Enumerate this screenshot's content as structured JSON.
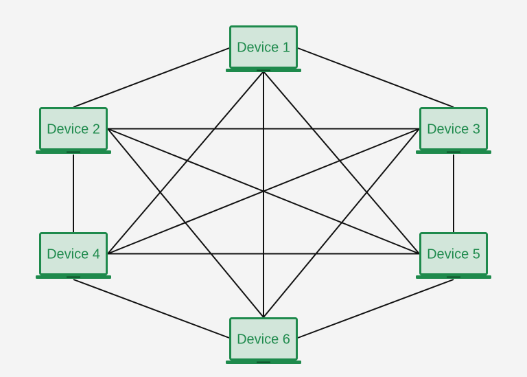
{
  "colors": {
    "background": "#f4f4f4",
    "device_border": "#1e8a4c",
    "device_fill": "#d2e6da",
    "device_text": "#1e8a4c",
    "link": "#111111"
  },
  "topology": "full-mesh",
  "devices": [
    {
      "id": "d1",
      "label": "Device 1",
      "icon": "laptop-icon"
    },
    {
      "id": "d2",
      "label": "Device 2",
      "icon": "laptop-icon"
    },
    {
      "id": "d3",
      "label": "Device 3",
      "icon": "laptop-icon"
    },
    {
      "id": "d4",
      "label": "Device 4",
      "icon": "laptop-icon"
    },
    {
      "id": "d5",
      "label": "Device 5",
      "icon": "laptop-icon"
    },
    {
      "id": "d6",
      "label": "Device 6",
      "icon": "laptop-icon"
    }
  ],
  "connections": [
    [
      "d1",
      "d2"
    ],
    [
      "d1",
      "d3"
    ],
    [
      "d1",
      "d4"
    ],
    [
      "d1",
      "d5"
    ],
    [
      "d1",
      "d6"
    ],
    [
      "d2",
      "d3"
    ],
    [
      "d2",
      "d4"
    ],
    [
      "d2",
      "d5"
    ],
    [
      "d2",
      "d6"
    ],
    [
      "d3",
      "d4"
    ],
    [
      "d3",
      "d5"
    ],
    [
      "d3",
      "d6"
    ],
    [
      "d4",
      "d5"
    ],
    [
      "d4",
      "d6"
    ],
    [
      "d5",
      "d6"
    ]
  ]
}
